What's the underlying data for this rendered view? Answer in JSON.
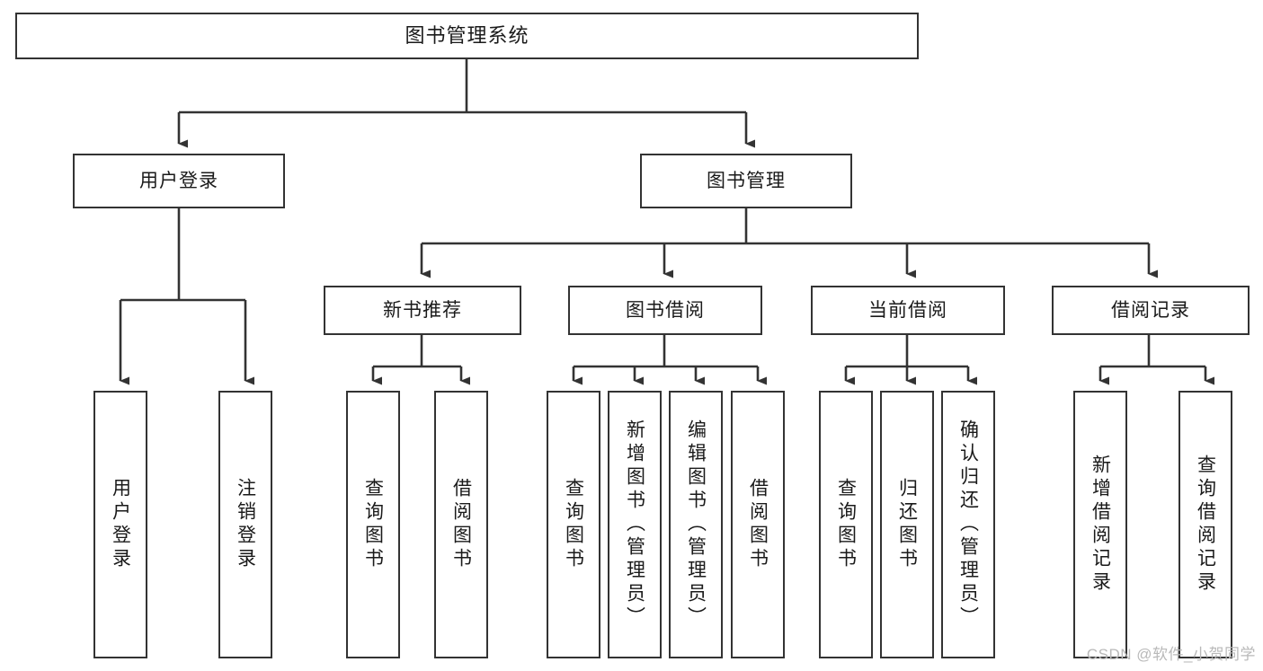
{
  "diagram": {
    "title": "图书管理系统",
    "type": "tree-hierarchy",
    "colors": {
      "box_border": "#333333",
      "box_fill": "#ffffff",
      "edge": "#333333",
      "background": "#ffffff",
      "watermark": "#b9b9b9"
    },
    "root": {
      "label": "图书管理系统"
    },
    "level2": [
      {
        "label": "用户登录"
      },
      {
        "label": "图书管理"
      }
    ],
    "level3": [
      {
        "label": "新书推荐"
      },
      {
        "label": "图书借阅"
      },
      {
        "label": "当前借阅"
      },
      {
        "label": "借阅记录"
      }
    ],
    "leaves": {
      "user_login": [
        {
          "label": "用户登录"
        },
        {
          "label": "注销登录"
        }
      ],
      "new_book_recommend": [
        {
          "label": "查询图书"
        },
        {
          "label": "借阅图书"
        }
      ],
      "book_borrow": [
        {
          "label": "查询图书"
        },
        {
          "label": "新增图书（管理员）"
        },
        {
          "label": "编辑图书（管理员）"
        },
        {
          "label": "借阅图书"
        }
      ],
      "current_borrow": [
        {
          "label": "查询图书"
        },
        {
          "label": "归还图书"
        },
        {
          "label": "确认归还（管理员）"
        }
      ],
      "borrow_record": [
        {
          "label": "新增借阅记录"
        },
        {
          "label": "查询借阅记录"
        }
      ]
    }
  },
  "watermark": {
    "text": "CSDN @软件_小贺同学"
  }
}
